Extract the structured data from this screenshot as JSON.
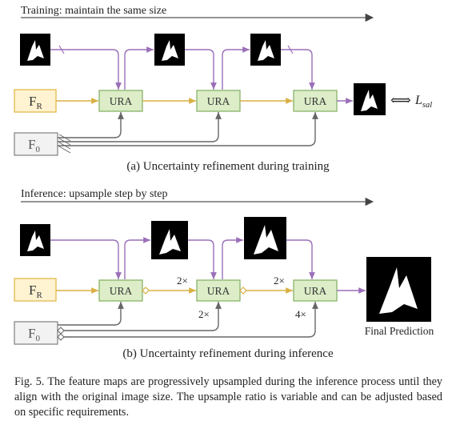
{
  "training": {
    "banner": "Training: maintain the same size",
    "fr_label": "F",
    "fr_sub": "R",
    "f0_label": "F",
    "f0_sub": "0",
    "ura_label": "URA",
    "loss_arrow": "⟺",
    "loss_label": "L",
    "loss_sub": "sal",
    "caption": "(a) Uncertainty refinement during training"
  },
  "inference": {
    "banner": "Inference: upsample step by step",
    "fr_label": "F",
    "fr_sub": "R",
    "f0_label": "F",
    "f0_sub": "0",
    "ura_label": "URA",
    "scale_2x": "2×",
    "scale_4x": "4×",
    "final_label": "Final Prediction",
    "caption": "(b) Uncertainty refinement during inference"
  },
  "figure_caption": "Fig. 5.  The feature maps are progressively upsampled during the inference process until they align with the original image size. The upsample ratio is variable and can be adjusted based on specific requirements.",
  "colors": {
    "purple": "#9a6fb8",
    "gold": "#d8b044",
    "gray": "#666666",
    "ura_fill": "#dcedc8",
    "ura_stroke": "#8ab36a",
    "fr_fill": "#fff3d1",
    "fr_stroke": "#e3b94a",
    "f0_fill": "#f2f2f2",
    "f0_stroke": "#888888"
  }
}
